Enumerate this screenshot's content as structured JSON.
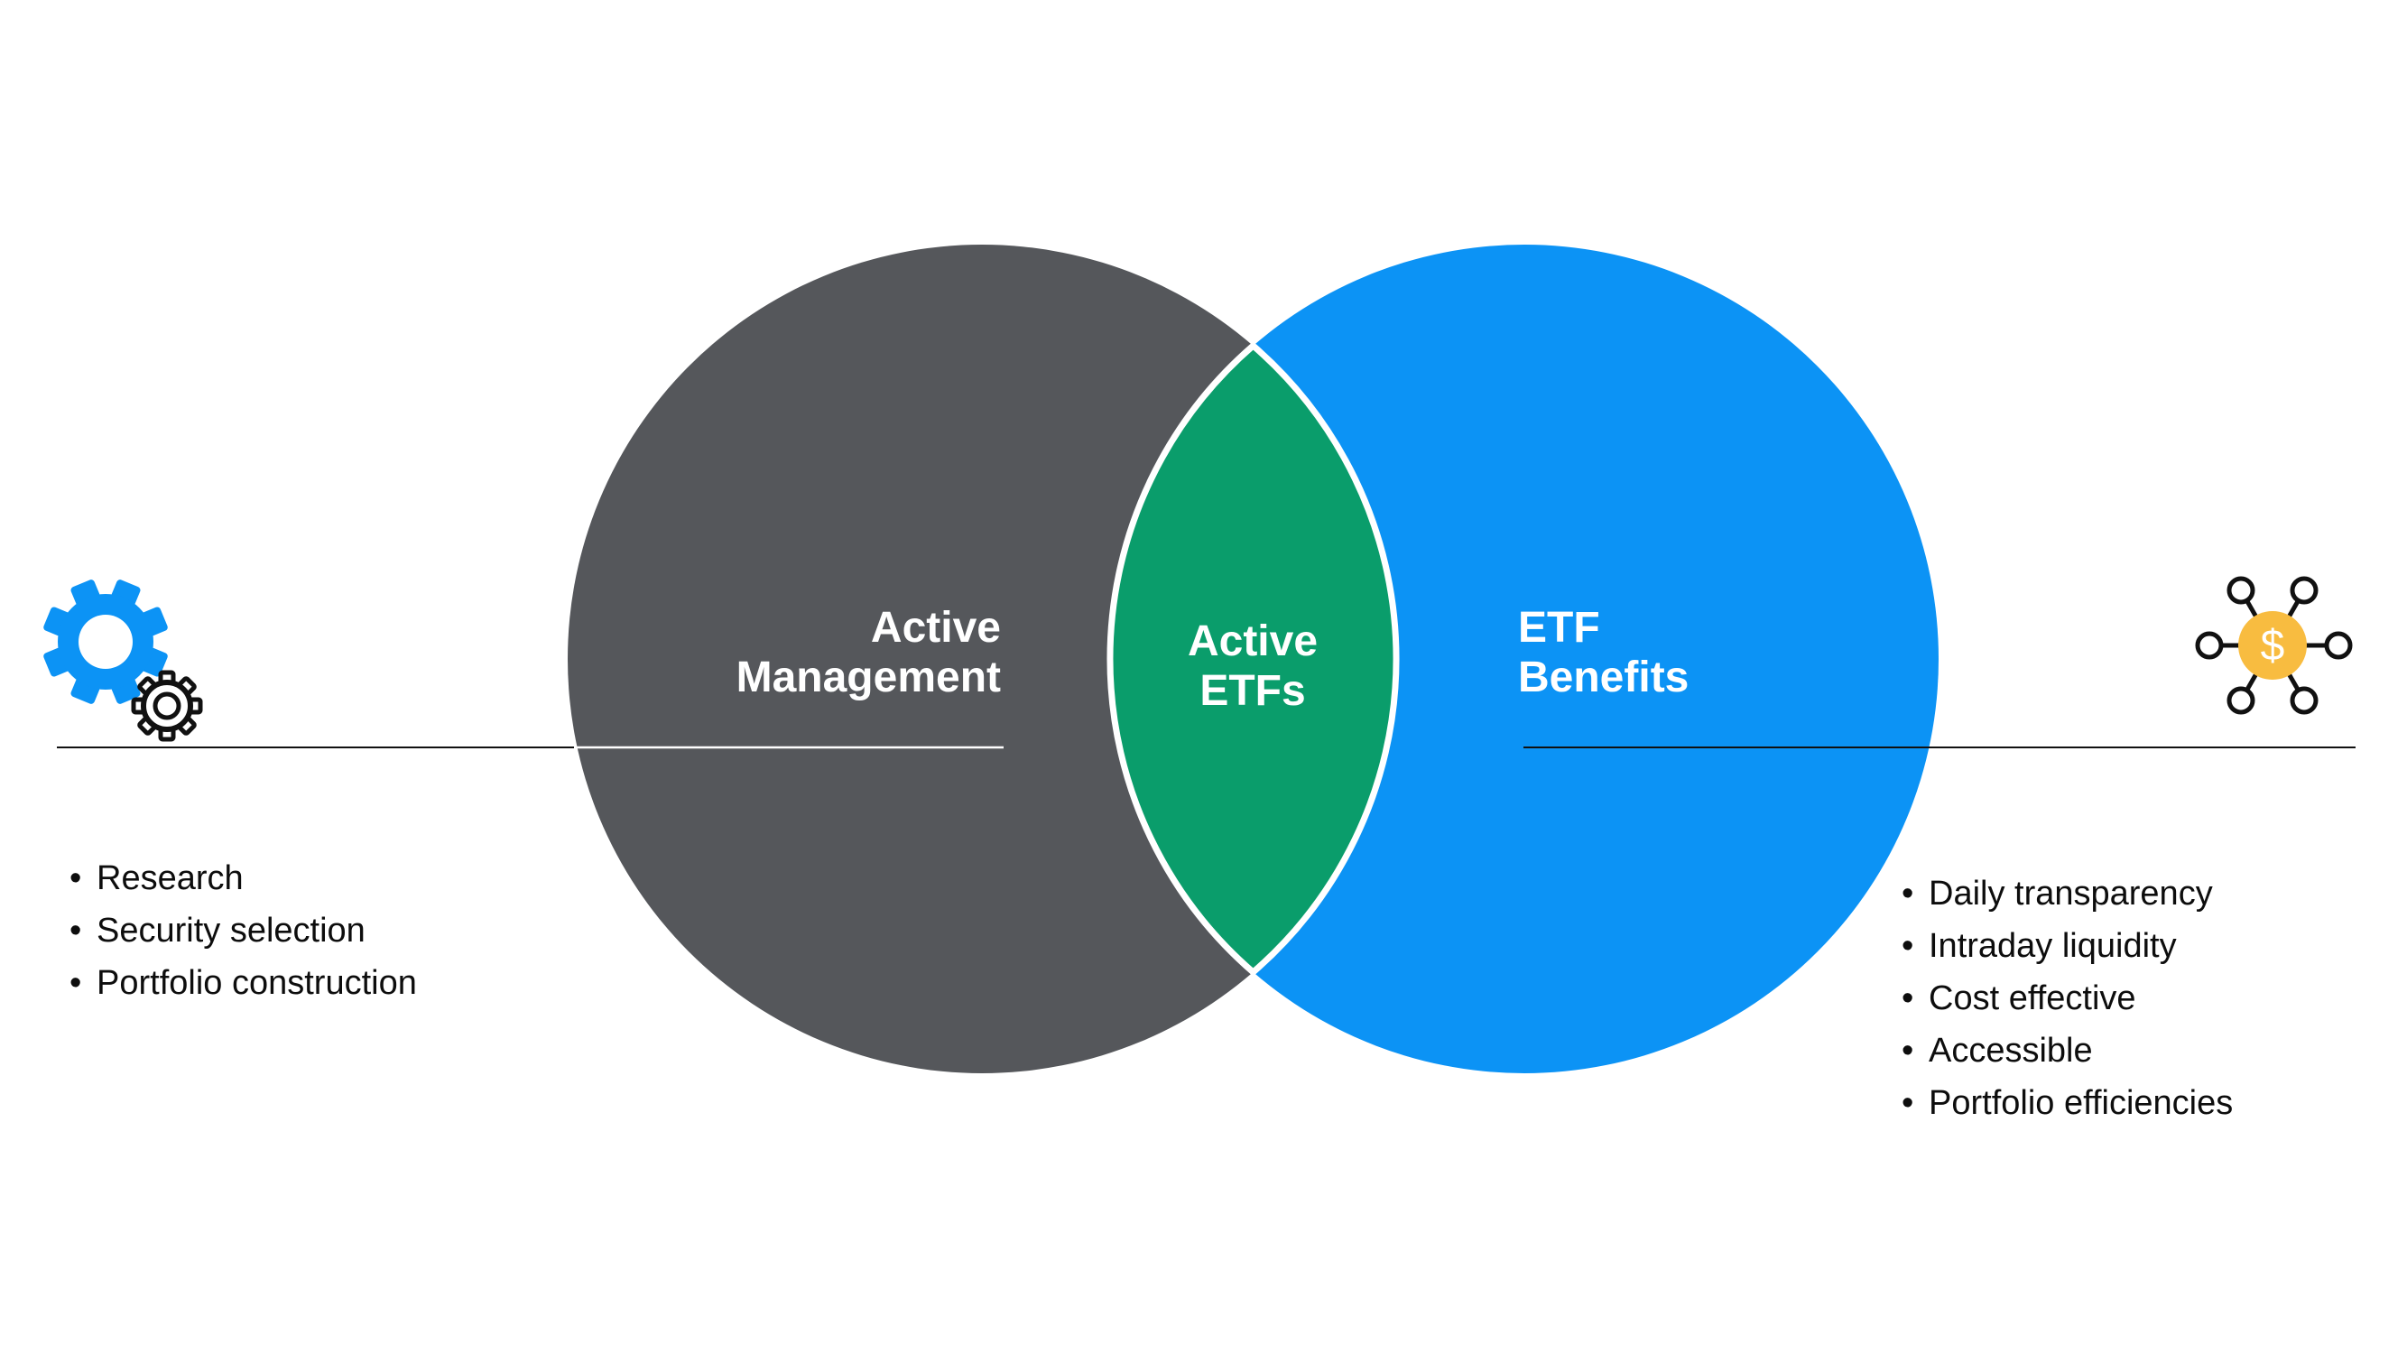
{
  "venn": {
    "left": {
      "title_lines": [
        "Active",
        "Management"
      ],
      "color": "#55575B"
    },
    "overlap": {
      "title_lines": [
        "Active",
        "ETFs"
      ],
      "color": "#0A9D6B"
    },
    "right": {
      "title_lines": [
        "ETF",
        "Benefits"
      ],
      "color": "#0C93F5"
    }
  },
  "left_panel": {
    "icon": "gears-icon",
    "bullets": [
      "Research",
      "Security selection",
      "Portfolio construction"
    ]
  },
  "right_panel": {
    "icon": "money-network-icon",
    "bullets": [
      "Daily transparency",
      "Intraday liquidity",
      "Cost effective",
      "Accessible",
      "Portfolio efficiencies"
    ]
  },
  "icons": {
    "gear_color": "#0C93F5",
    "coin_color": "#F8BC40",
    "coin_symbol": "$"
  },
  "divider_color": "#111111",
  "lens_border_color": "#ffffff"
}
